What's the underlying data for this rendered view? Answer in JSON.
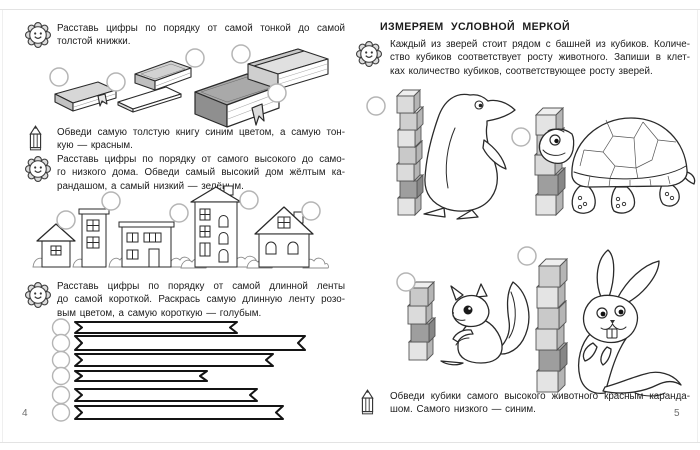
{
  "left_page": {
    "page_number": "4",
    "task_books": {
      "icon": "sun-face-icon",
      "lines": [
        "Расставь цифры по порядку от самой тонкой до самой",
        "толстой книжки."
      ]
    },
    "books_exercise": {
      "book_count": 5,
      "answer_circle_count": 5
    },
    "task_books_color": {
      "icon": "pencil-icon",
      "lines": [
        "Обведи самую толстую книгу синим цветом, а самую тон-",
        "кую — красным."
      ]
    },
    "task_houses": {
      "icon": "sun-face-icon",
      "lines": [
        "Расставь цифры по порядку от самого высокого до само-",
        "го низкого дома. Обведи самый высокий дом жёлтым ка-",
        "рандашом, а самый низкий — зелёным."
      ]
    },
    "houses_exercise": {
      "house_count": 5,
      "answer_circle_count": 5
    },
    "task_ribbons": {
      "icon": "sun-face-icon",
      "lines": [
        "Расставь цифры по порядку от самой длинной ленты",
        "до самой короткой. Раскрась самую длинную ленту розо-",
        "вым цветом, а самую короткую — голубым."
      ]
    },
    "ribbons_exercise": {
      "ribbon_count": 6,
      "rows": [
        {
          "y": 7,
          "h": 11,
          "length": 162
        },
        {
          "y": 21,
          "h": 14,
          "length": 230
        },
        {
          "y": 39,
          "h": 12,
          "length": 198
        },
        {
          "y": 56,
          "h": 10,
          "length": 132
        },
        {
          "y": 74,
          "h": 12,
          "length": 182
        },
        {
          "y": 91,
          "h": 13,
          "length": 208
        }
      ]
    }
  },
  "right_page": {
    "page_number": "5",
    "title": "ИЗМЕРЯЕМ УСЛОВНОЙ МЕРКОЙ",
    "task_cubes": {
      "icon": "sun-face-icon",
      "lines": [
        "Каждый из зверей стоит рядом с башней из кубиков. Количе-",
        "ство кубиков соответствует росту животного. Запиши в клет-",
        "ках количество кубиков, соответствующее росту зверей."
      ]
    },
    "animals": [
      {
        "name": "penguin",
        "cube_count": 7
      },
      {
        "name": "turtle",
        "cube_count": 5
      },
      {
        "name": "squirrel",
        "cube_count": 4
      },
      {
        "name": "rabbit",
        "cube_count": 6
      }
    ],
    "task_color_cubes": {
      "icon": "pencil-icon",
      "lines": [
        "Обведи кубики самого высокого животного красным каранда-",
        "шом. Самого низкого — синим."
      ]
    }
  },
  "colors": {
    "ink": "#1c1c1c",
    "circle_stroke": "#b5b5b5",
    "cube_dark": "#9e9e9e",
    "cube_light": "#e4e4e4"
  }
}
